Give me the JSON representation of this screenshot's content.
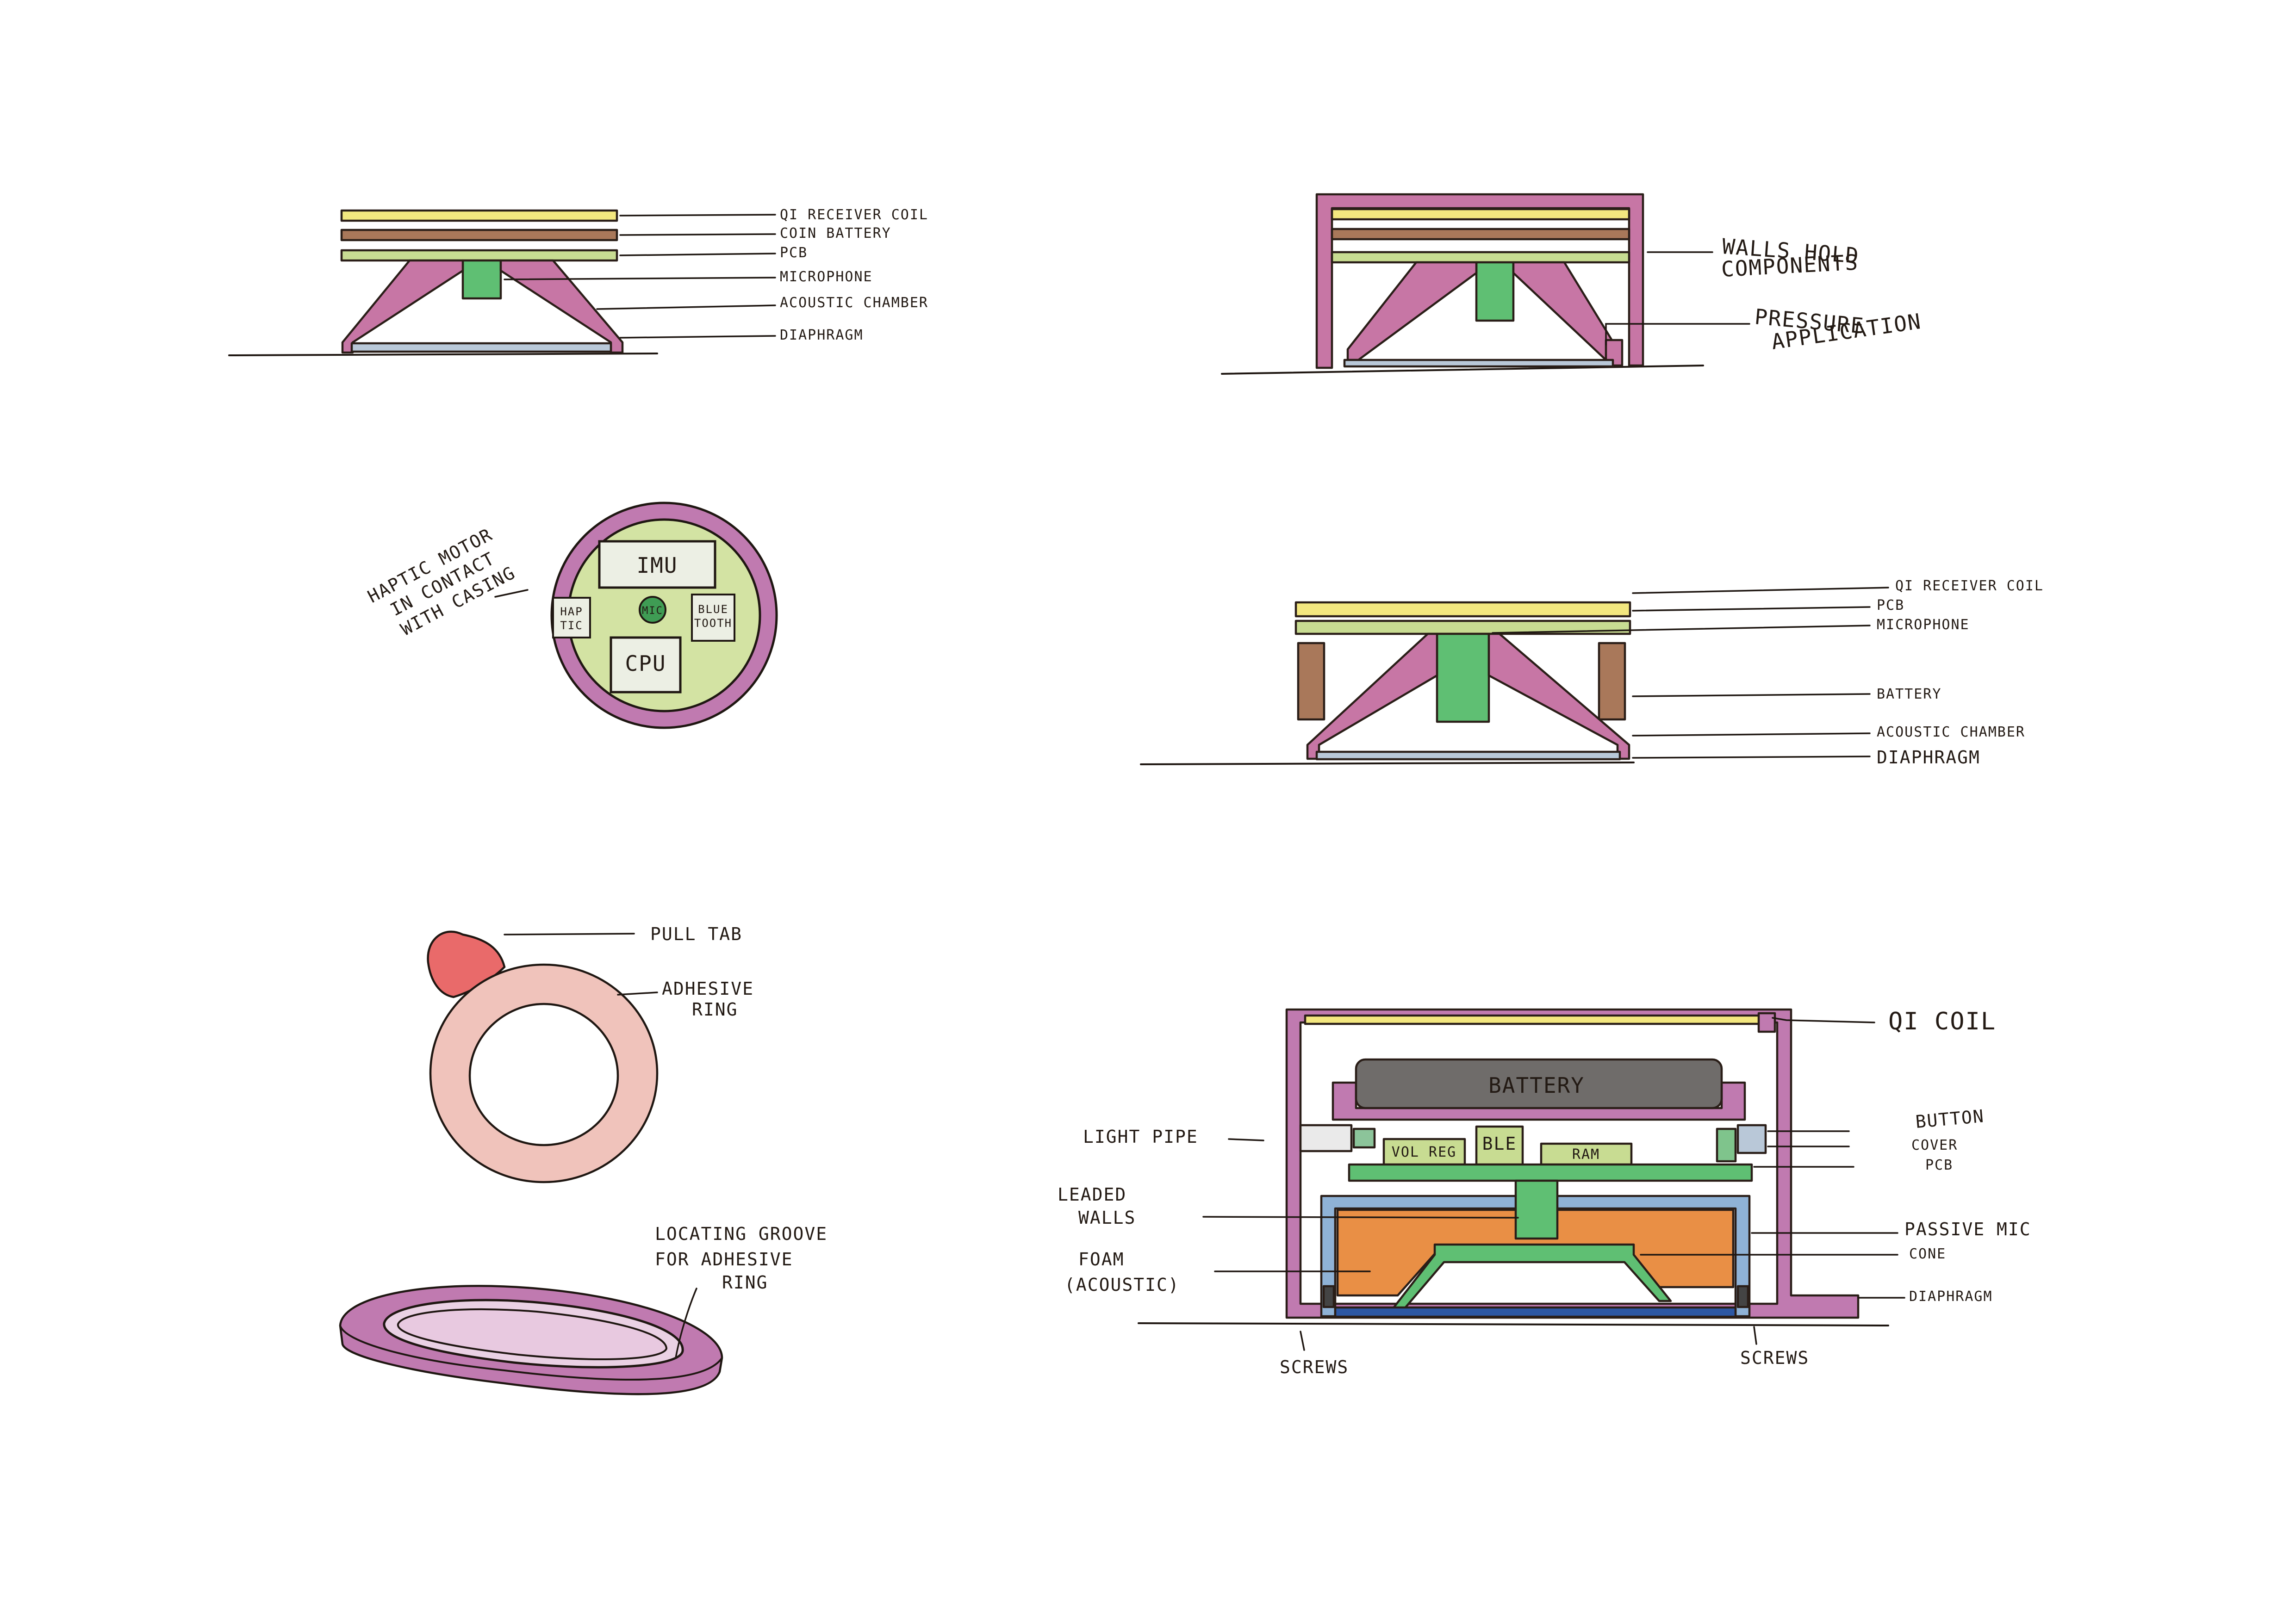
{
  "colors": {
    "coil": "#f3e77f",
    "battery_brown": "#a9785a",
    "pcb": "#c8dc92",
    "mic": "#5fbf73",
    "chamber": "#c776a5",
    "diaphragm": "#b9c8d8",
    "walls_blue": "#8fb2d6",
    "foam": "#e98f45",
    "pull_tab": "#e96a6a",
    "adhesive": "#f0c3bb",
    "casing": "#c07ab0",
    "board": "#d3e3a3",
    "grey_battery": "#6f6c6a"
  },
  "diagrams": {
    "d1": {
      "labels": {
        "qi": "QI RECEIVER COIL",
        "coin": "COIN BATTERY",
        "pcb": "PCB",
        "mic": "MICROPHONE",
        "chamber": "ACOUSTIC CHAMBER",
        "diaphragm": "DIAPHRAGM"
      }
    },
    "d2": {
      "labels": {
        "walls_1": "WALLS HOLD",
        "walls_2": "COMPONENTS",
        "pressure_1": "PRESSURE",
        "pressure_2": "APPLICATION"
      }
    },
    "d3": {
      "labels": {
        "haptic_1": "HAPTIC MOTOR",
        "haptic_2": "IN CONTACT",
        "haptic_3": "WITH CASING",
        "imu": "IMU",
        "haptic_box_1": "HAP",
        "haptic_box_2": "TIC",
        "mic": "MIC",
        "bluetooth_1": "BLUE",
        "bluetooth_2": "TOOTH",
        "cpu": "CPU"
      }
    },
    "d4": {
      "labels": {
        "qi": "QI RECEIVER COIL",
        "pcb": "PCB",
        "mic": "MICROPHONE",
        "battery": "BATTERY",
        "chamber": "ACOUSTIC CHAMBER",
        "diaphragm": "DIAPHRAGM"
      }
    },
    "d5": {
      "labels": {
        "pull_tab": "PULL TAB",
        "adhesive_1": "ADHESIVE",
        "adhesive_2": "RING"
      }
    },
    "d6": {
      "labels": {
        "groove_1": "LOCATING GROOVE",
        "groove_2": "FOR ADHESIVE",
        "groove_3": "RING"
      }
    },
    "d7": {
      "labels": {
        "qi": "QI COIL",
        "battery": "BATTERY",
        "light_pipe": "LIGHT PIPE",
        "vol_reg": "VOL REG",
        "ble": "BLE",
        "ram": "RAM",
        "button": "BUTTON",
        "cover": "COVER",
        "pcb": "PCB",
        "leaded_1": "LEADED",
        "leaded_2": "WALLS",
        "passive_mic": "PASSIVE MIC",
        "cone": "CONE",
        "foam_1": "FOAM",
        "foam_2": "(ACOUSTIC)",
        "diaphragm": "DIAPHRAGM",
        "screws_left": "SCREWS",
        "screws_right": "SCREWS"
      }
    }
  }
}
